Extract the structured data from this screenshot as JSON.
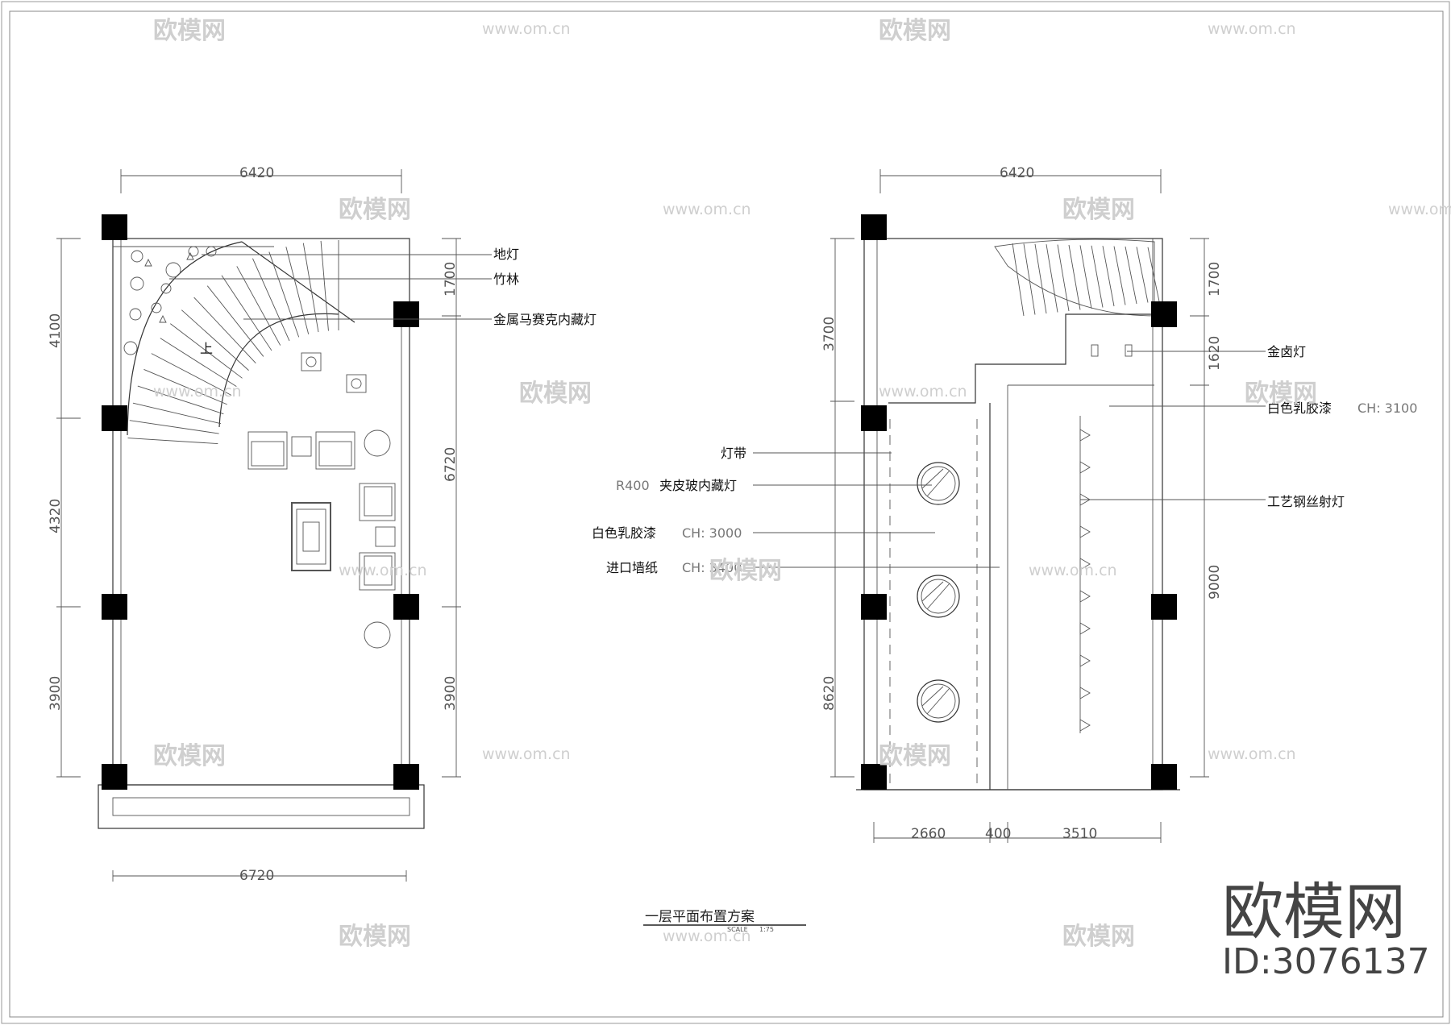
{
  "left_plan": {
    "dims": {
      "top": "6420",
      "bottom": "6720",
      "left_1": "4100",
      "left_2": "4320",
      "left_3": "3900",
      "right_1": "1700",
      "right_2": "6720",
      "right_3": "3900"
    },
    "labels": {
      "floor_light": "地灯",
      "bamboo": "竹林",
      "mosaic_light": "金属马赛克内藏灯",
      "stair_up": "上"
    }
  },
  "right_plan": {
    "dims": {
      "top": "6420",
      "left_1": "3700",
      "left_2": "8620",
      "right_1": "1700",
      "right_2": "1620",
      "right_3": "9000",
      "bottom_1": "2660",
      "bottom_2": "400",
      "bottom_3": "3510"
    },
    "labels": {
      "halogen": "金卤灯",
      "white_latex_3100": "白色乳胶漆",
      "ch_3100": "CH: 3100",
      "light_strip": "灯带",
      "r400": "R400",
      "glass_light": "夹皮玻内藏灯",
      "steel_wire": "工艺钢丝射灯",
      "white_latex_3000": "白色乳胶漆",
      "ch_3000": "CH: 3000",
      "wallpaper": "进口墙纸",
      "ch_3400": "CH: 3400"
    }
  },
  "title_block": {
    "title": "一层平面布置方案",
    "scale_label": "SCALE",
    "scale_value": "1:75"
  },
  "watermark": {
    "brand": "欧模网",
    "url": "www.om.cn",
    "id": "ID:3076137"
  }
}
